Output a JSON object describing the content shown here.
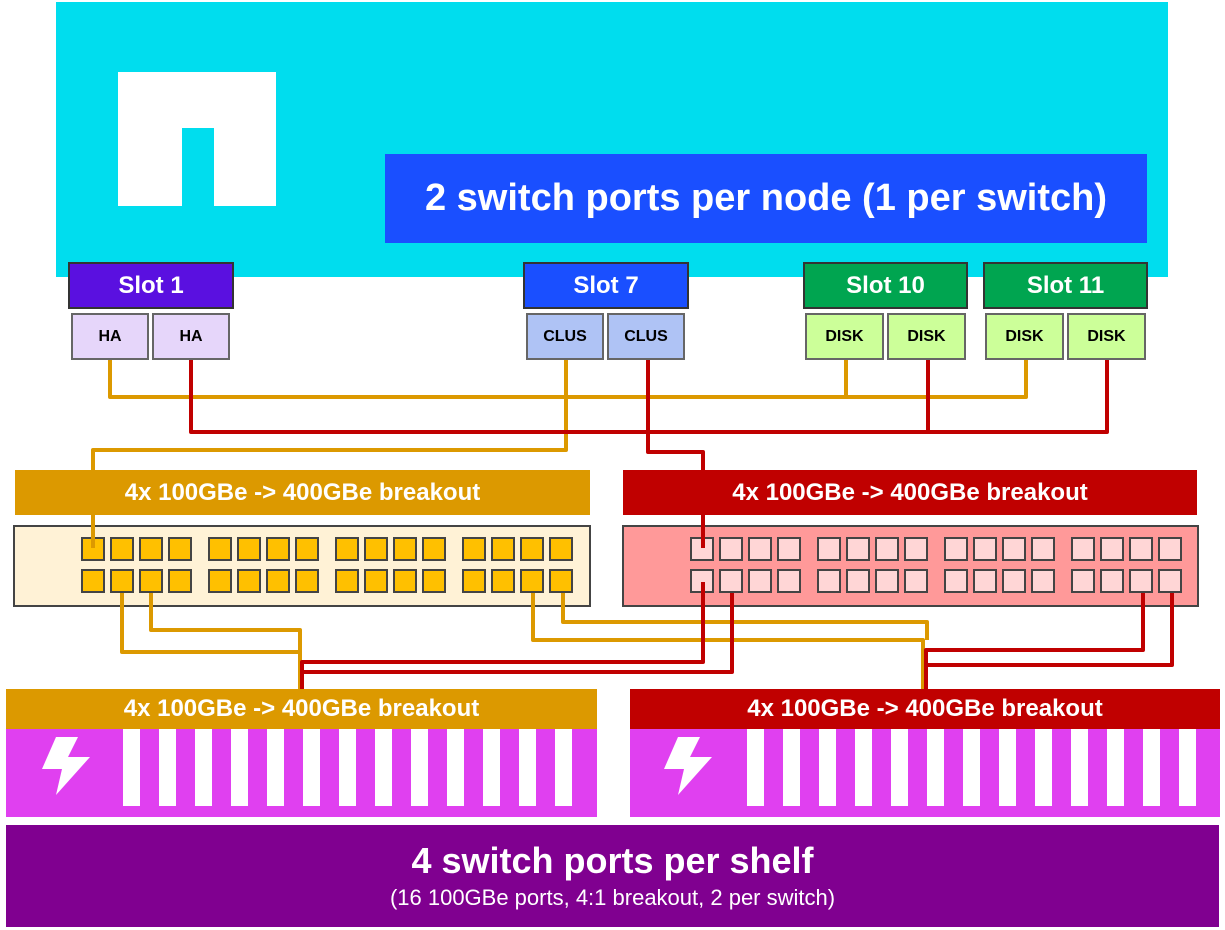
{
  "node": {
    "title": "2 switch ports per node (1 per switch)",
    "logo": "netapp-logo"
  },
  "slots": [
    {
      "label": "Slot 1",
      "color": "#5A10E0",
      "ports": [
        "HA",
        "HA"
      ],
      "port_color": "#E6D6FA"
    },
    {
      "label": "Slot 7",
      "color": "#1A4FFF",
      "ports": [
        "CLUS",
        "CLUS"
      ],
      "port_color": "#AFC3F5"
    },
    {
      "label": "Slot 10",
      "color": "#00A550",
      "ports": [
        "DISK",
        "DISK"
      ],
      "port_color": "#CCFF99"
    },
    {
      "label": "Slot 11",
      "color": "#00A550",
      "ports": [
        "DISK",
        "DISK"
      ],
      "port_color": "#CCFF99"
    }
  ],
  "switches": [
    {
      "banner": "4x 100GBe -> 400GBe breakout",
      "color": "#DC9900",
      "body_color": "#FFF2D6",
      "port_color": "#FFC000"
    },
    {
      "banner": "4x 100GBe -> 400GBe breakout",
      "color": "#C00000",
      "body_color": "#FF9999",
      "port_color": "#FFD6D6"
    }
  ],
  "shelves": [
    {
      "banner": "4x 100GBe -> 400GBe breakout",
      "color": "#DC9900",
      "icon": "power-bolt-icon"
    },
    {
      "banner": "4x 100GBe -> 400GBe breakout",
      "color": "#C00000",
      "icon": "power-bolt-icon"
    }
  ],
  "footer": {
    "title": "4 switch ports per shelf",
    "subtitle": "(16 100GBe ports, 4:1 breakout, 2 per switch)"
  },
  "colors": {
    "node_bg": "#00DDEE",
    "wire_a": "#DC9900",
    "wire_b": "#C00000",
    "shelf_body": "#E040F0",
    "footer": "#800090"
  }
}
